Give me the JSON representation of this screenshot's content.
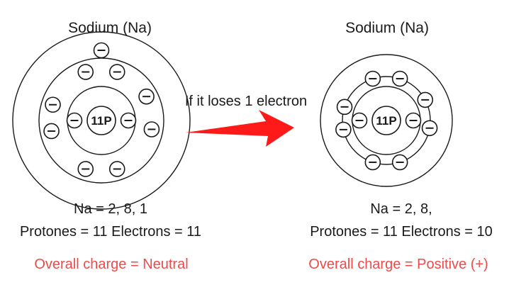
{
  "colors": {
    "arrow": "#ff1a1a",
    "charge_text": "#ee4a4a",
    "stroke": "#1a1a1a"
  },
  "icons": {
    "electron": "electron-icon",
    "nucleus": "nucleus-icon",
    "arrow": "arrow-right-icon"
  },
  "transition": {
    "label": "If it loses 1 electron"
  },
  "atoms": [
    {
      "title": "Sodium (Na)",
      "nucleus_label": "11P",
      "electron_symbol": "−",
      "shell_electrons": [
        2,
        8,
        1
      ],
      "configuration": "Na = 2, 8, 1",
      "counts": "Protones = 11 Electrons = 11",
      "charge": "Overall charge = Neutral"
    },
    {
      "title": "Sodium (Na)",
      "nucleus_label": "11P",
      "electron_symbol": "−",
      "shell_electrons": [
        2,
        8,
        0
      ],
      "configuration": "Na = 2, 8,",
      "counts": "Protones = 11 Electrons = 10",
      "charge": "Overall charge = Positive (+)"
    }
  ]
}
